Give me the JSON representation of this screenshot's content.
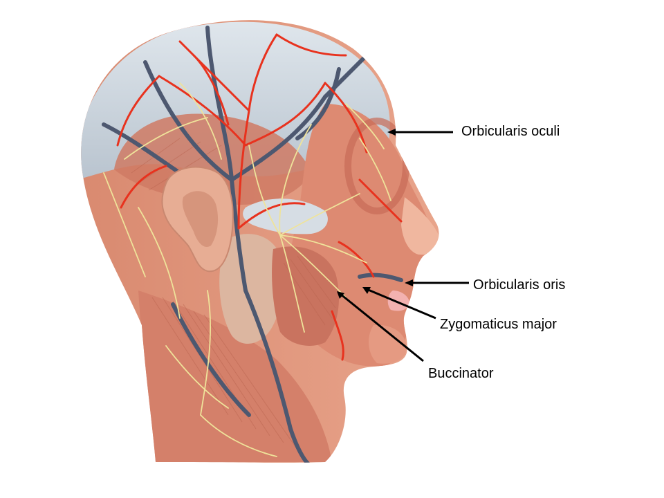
{
  "labels": {
    "orbicularis_oculi": "Orbicularis oculi",
    "orbicularis_oris": "Orbicularis oris",
    "zygomaticus_major": "Zygomaticus major",
    "buccinator": "Buccinator"
  },
  "colors": {
    "skin": "#e49a80",
    "muscle": "#d8806a",
    "skull": "#c9d3dc",
    "ear": "#e7ad94",
    "artery": "#e8321e",
    "vein": "#4d5870",
    "nerve": "#efe39a",
    "gland": "#dcb6a0",
    "lips": "#f3b1b0"
  }
}
